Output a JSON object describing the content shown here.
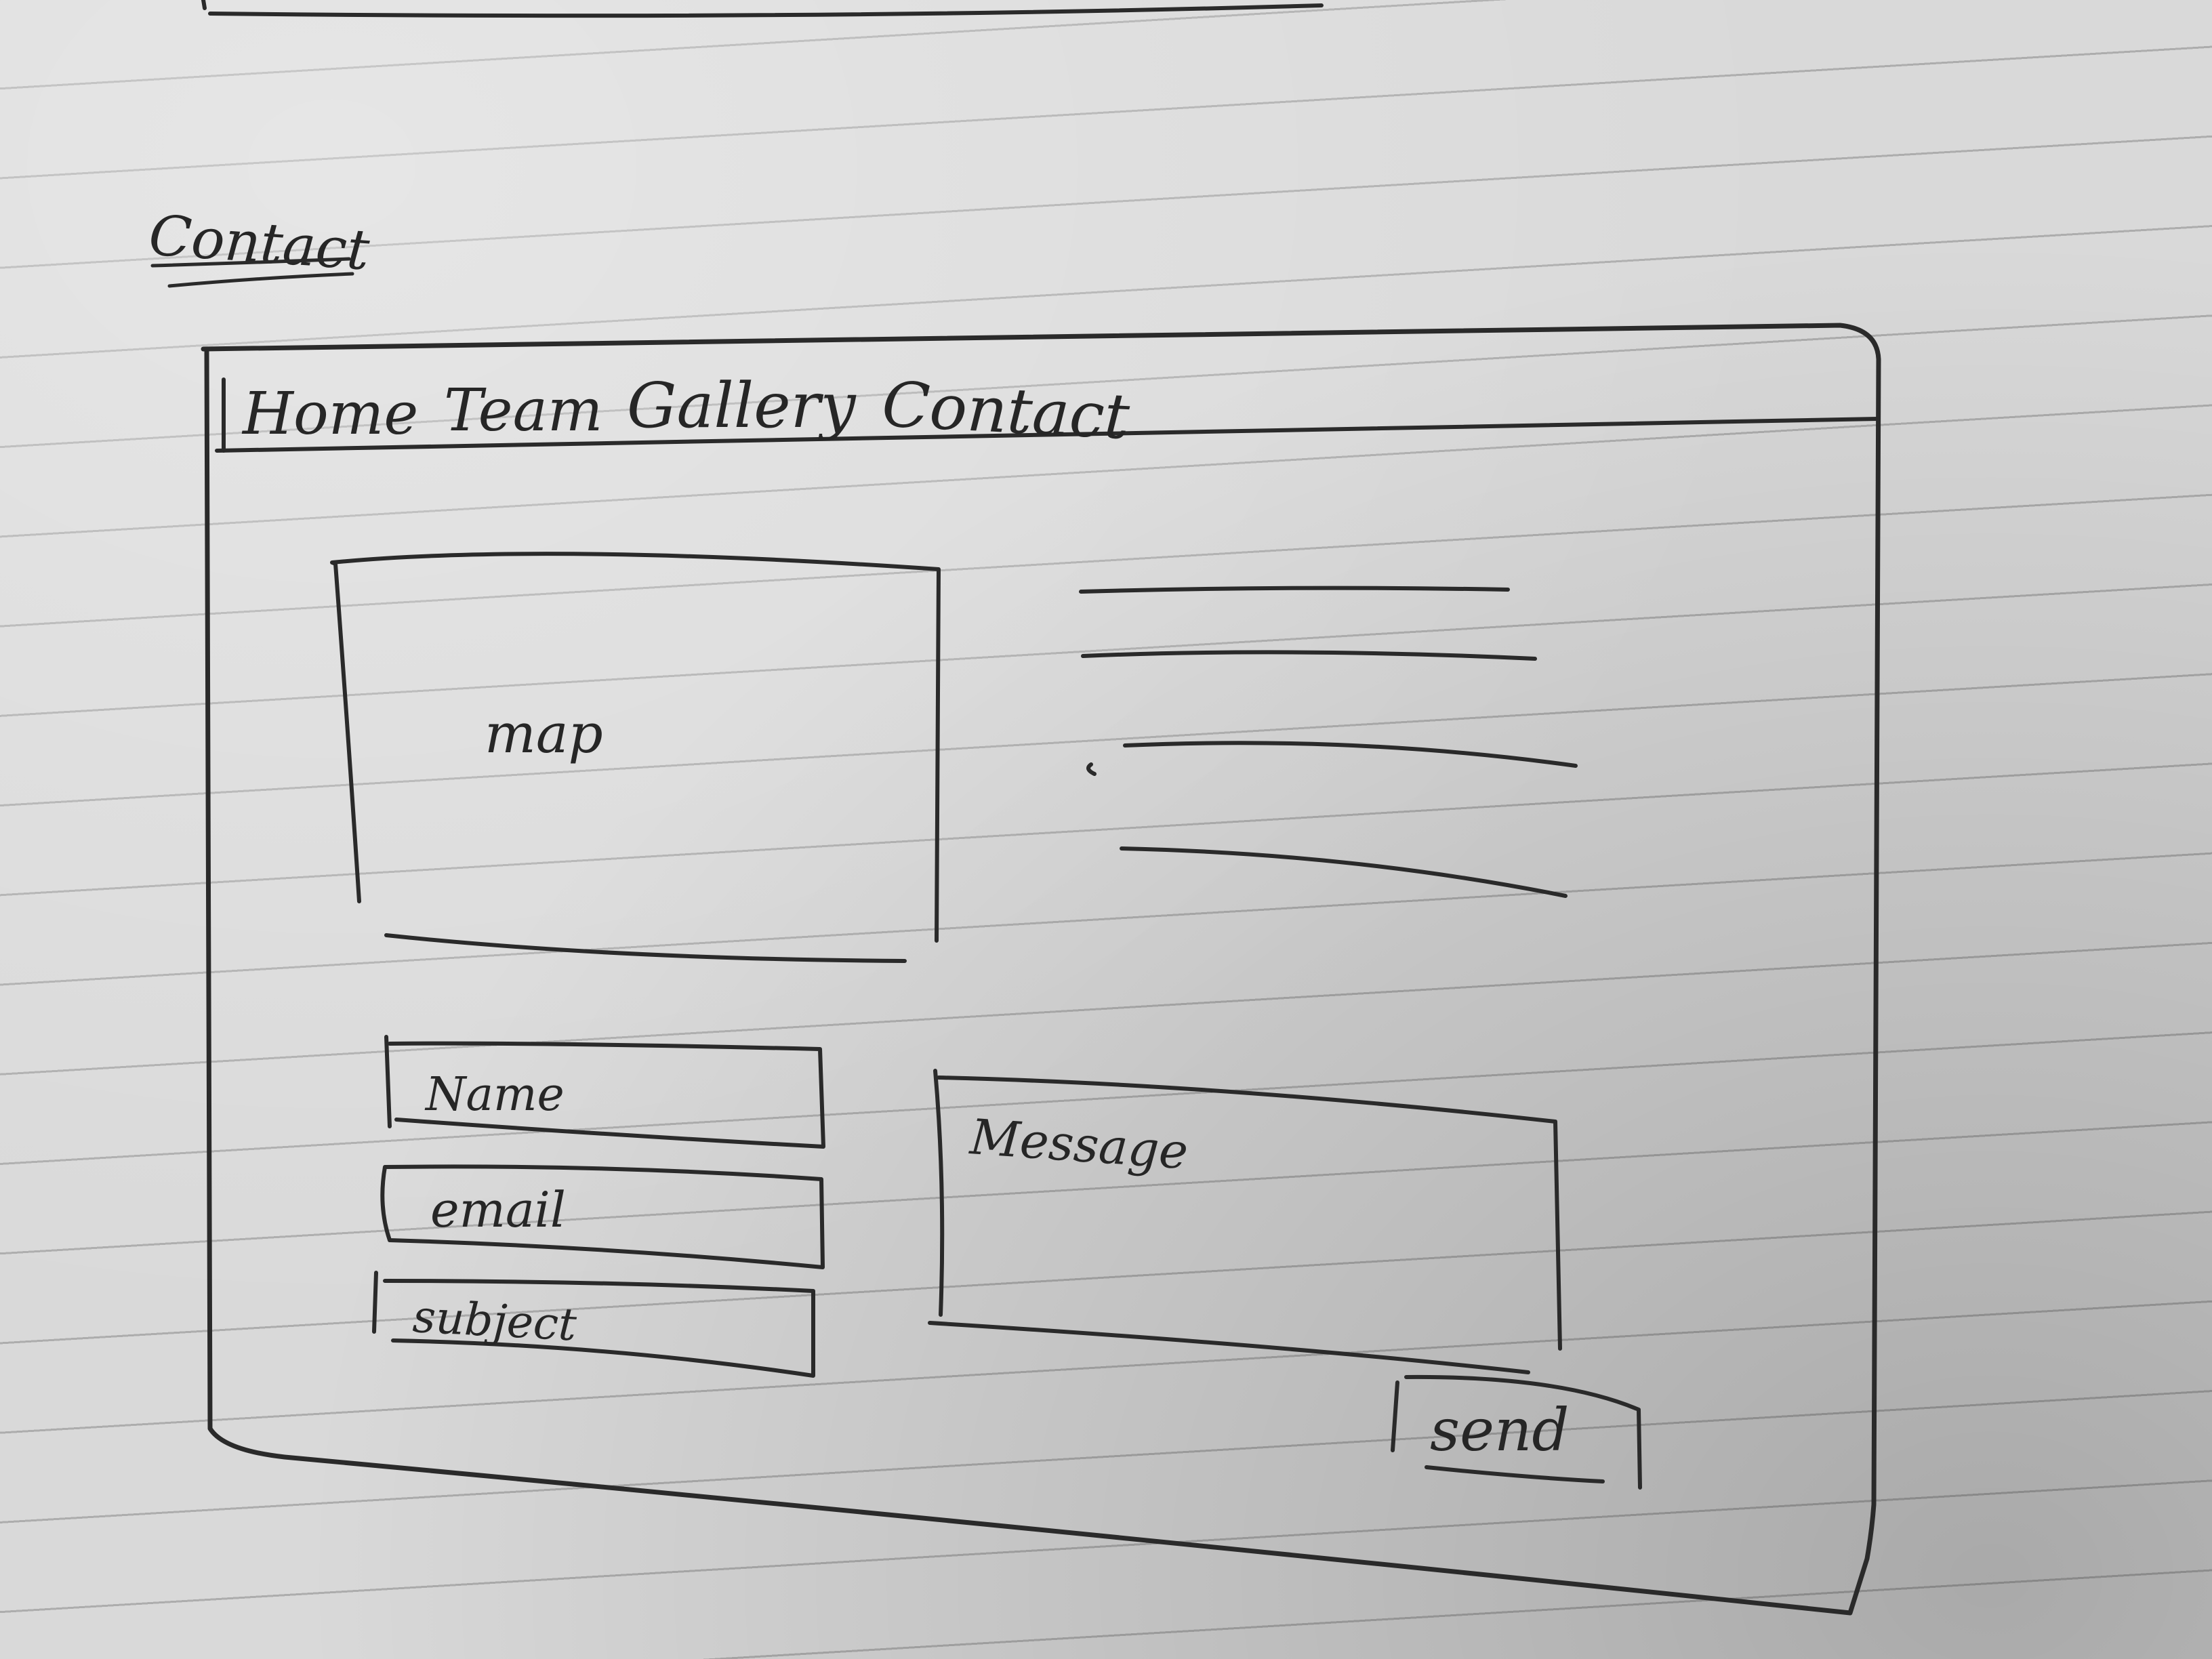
{
  "page_heading": "Contact",
  "nav": {
    "items": [
      {
        "label": "Home"
      },
      {
        "label": "Team"
      },
      {
        "label": "Gallery"
      },
      {
        "label": "Contact"
      }
    ]
  },
  "map": {
    "label": "map"
  },
  "form": {
    "name_placeholder": "Name",
    "email_placeholder": "email",
    "subject_placeholder": "subject",
    "message_placeholder": "Message",
    "send_label": "send"
  },
  "colors": {
    "paper": "#d9d9d9",
    "ink": "#2a2a2a",
    "ruled_line": "#8a8a8a"
  }
}
